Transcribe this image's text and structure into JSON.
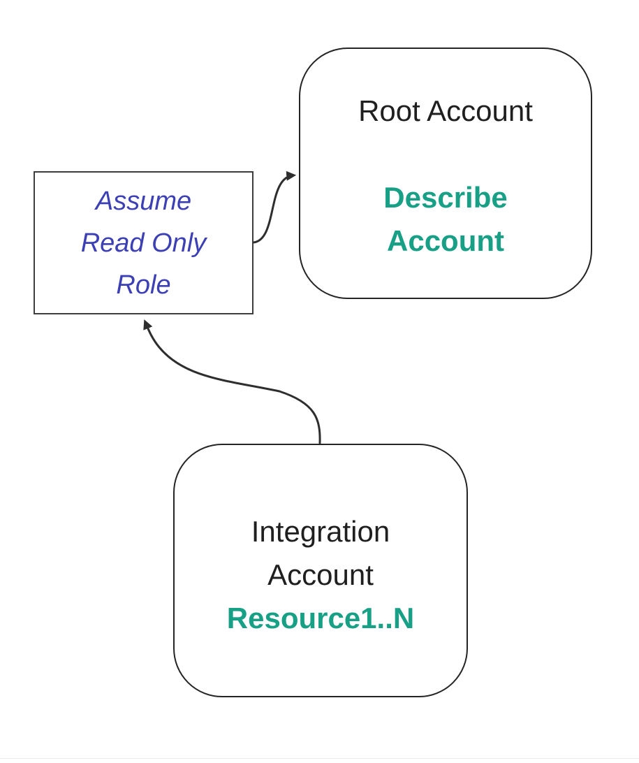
{
  "diagram": {
    "nodes": {
      "root_account": {
        "title": "Root Account",
        "action_lines": [
          "Describe",
          "Account"
        ]
      },
      "assume_role": {
        "lines": [
          "Assume",
          "Read Only",
          "Role"
        ]
      },
      "integration_account": {
        "title_lines": [
          "Integration",
          "Account"
        ],
        "resource_label": "Resource1..N"
      }
    },
    "edges": [
      {
        "name": "assume-role-to-root-account",
        "from": "assume_role",
        "to": "root_account"
      },
      {
        "name": "integration-account-to-assume-role",
        "from": "integration_account",
        "to": "assume_role"
      }
    ],
    "colors": {
      "accent_teal": "#18a086",
      "label_blue": "#3c40b4",
      "edge": "#2e2e2e",
      "node_border": "#242424",
      "rect_border": "#3d3d3d",
      "text": "#1f1f1f"
    }
  }
}
